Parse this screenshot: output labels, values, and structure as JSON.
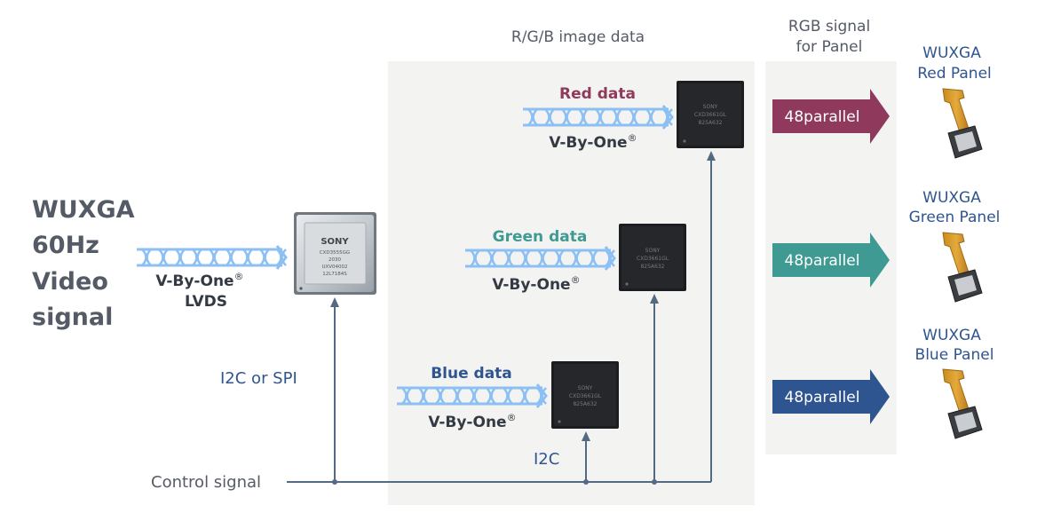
{
  "colors": {
    "red": "#8f3a5c",
    "green": "#3f9a94",
    "blue": "#2f5590",
    "gray_text": "#555b66",
    "dark_label": "#333a44",
    "steel": "#546a84",
    "panel_bg": "#f3f4f1",
    "lane": "#8cc0f4"
  },
  "input": {
    "title_lines": [
      "WUXGA",
      "60Hz",
      "Video",
      "signal"
    ],
    "interface": "V-By-One",
    "interface_sub": "LVDS"
  },
  "main_chip": {
    "icon": "chip-icon",
    "brand": "SONY",
    "markings": [
      "CXD3555GG",
      "2030",
      "UXV04002",
      "12L7184S"
    ]
  },
  "middle": {
    "header": "R/G/B image data",
    "registered": "®",
    "channels": [
      {
        "label": "Red data",
        "interface": "V-By-One",
        "chip_markings": [
          "SONY",
          "CXD3661GL",
          "825A632"
        ]
      },
      {
        "label": "Green data",
        "interface": "V-By-One",
        "chip_markings": [
          "SONY",
          "CXD3661GL",
          "825A632"
        ]
      },
      {
        "label": "Blue data",
        "interface": "V-By-One",
        "chip_markings": [
          "SONY",
          "CXD3661GL",
          "825A632"
        ]
      }
    ]
  },
  "output": {
    "header_lines": [
      "RGB signal",
      "for Panel"
    ],
    "arrows": [
      {
        "label": "48parallel",
        "color": "#8f3a5c"
      },
      {
        "label": "48parallel",
        "color": "#3f9a94"
      },
      {
        "label": "48parallel",
        "color": "#2f5590"
      }
    ]
  },
  "panels": [
    {
      "lines": [
        "WUXGA",
        "Red Panel"
      ],
      "icon": "panel-icon"
    },
    {
      "lines": [
        "WUXGA",
        "Green Panel"
      ],
      "icon": "panel-icon"
    },
    {
      "lines": [
        "WUXGA",
        "Blue Panel"
      ],
      "icon": "panel-icon"
    }
  ],
  "control": {
    "label": "Control signal",
    "i2c_spi": "I2C or SPI",
    "i2c": "I2C"
  }
}
